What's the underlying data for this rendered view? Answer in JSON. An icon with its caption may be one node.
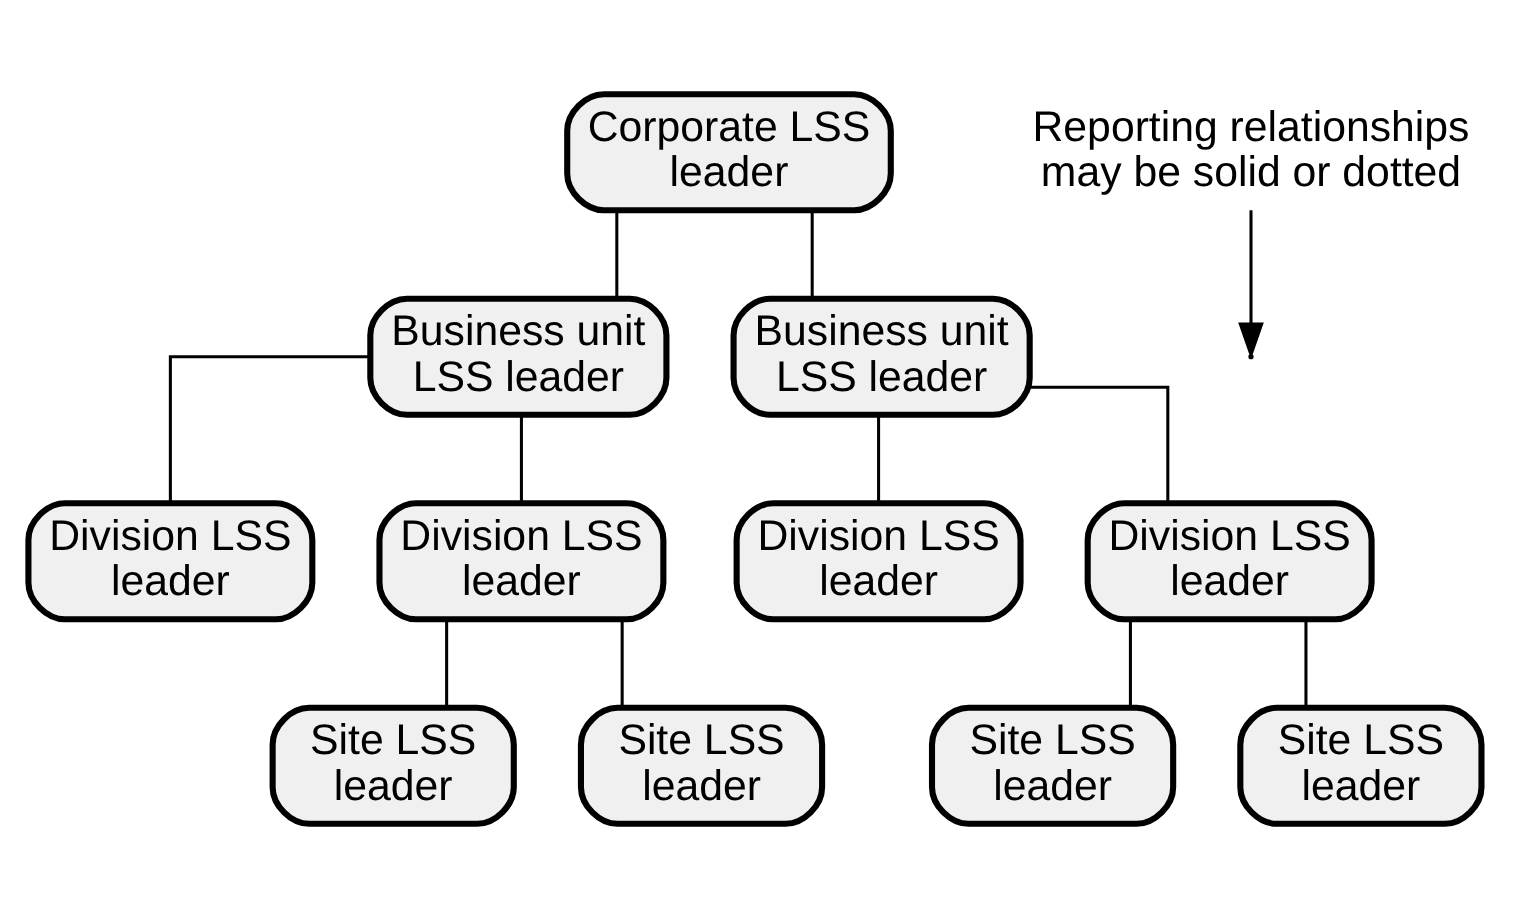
{
  "diagram": {
    "nodes": [
      {
        "text": [
          "Corporate LSS leader"
        ]
      },
      {
        "text": [
          "Business unit LSS leader"
        ]
      },
      {
        "text": [
          "Business unit LSS leader"
        ]
      },
      {
        "text": [
          "Division LSS leader"
        ]
      },
      {
        "text": [
          "Division LSS leader"
        ]
      },
      {
        "text": [
          "Division LSS leader"
        ]
      },
      {
        "text": [
          "Division LSS leader"
        ]
      },
      {
        "text": [
          "Site LSS leader"
        ]
      },
      {
        "text": [
          "Site LSS leader"
        ]
      },
      {
        "text": [
          "Site LSS leader"
        ]
      },
      {
        "text": [
          "Site LSS leader"
        ]
      },
      {
        "text": [
          "Reporting relationships may be solid or dotted"
        ]
      }
    ],
    "edges": [
      {
        "from": 0,
        "to": 1,
        "arrow": "none"
      },
      {
        "from": 0,
        "to": 2,
        "arrow": "none"
      },
      {
        "from": 1,
        "to": 3,
        "arrow": "none"
      },
      {
        "from": 1,
        "to": 4,
        "arrow": "none"
      },
      {
        "from": 2,
        "to": 5,
        "arrow": "none"
      },
      {
        "from": 2,
        "to": 6,
        "arrow": "none"
      },
      {
        "from": 4,
        "to": 7,
        "arrow": "none"
      },
      {
        "from": 4,
        "to": 8,
        "arrow": "none"
      },
      {
        "from": 6,
        "to": 9,
        "arrow": "none"
      },
      {
        "from": 6,
        "to": 10,
        "arrow": "none"
      },
      {
        "from": 11,
        "to": null,
        "arrow": "to"
      }
    ]
  }
}
